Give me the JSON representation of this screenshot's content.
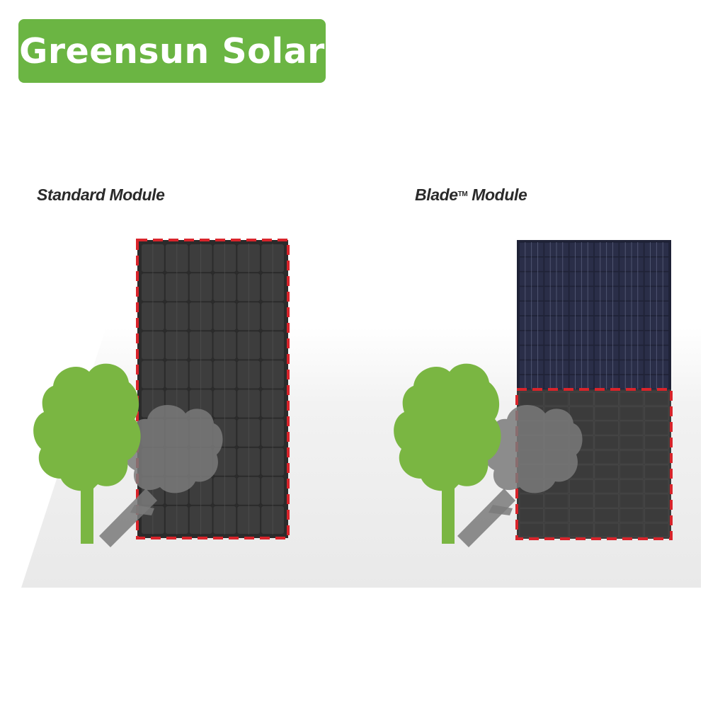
{
  "brand": {
    "name": "Greensun Solar",
    "color": "#6bb543"
  },
  "panels": {
    "standard": {
      "label": "Standard Module",
      "frame_color": "#2b2b2b",
      "cell_color": "#3d3d3d",
      "grid_color": "#5c5c5c",
      "shade_border_color": "#d9242b"
    },
    "blade": {
      "label_main": "Blade",
      "label_mark": "TM",
      "label_suffix": " Module",
      "cell_color": "#2a2e48",
      "grid_color": "#7f86a6",
      "shaded_half_color": "#3b3b3b",
      "shade_border_color": "#d9242b"
    }
  },
  "scene": {
    "ground_color": "#f0f0f0",
    "tree_color": "#7ab642",
    "shadow_color": "#7a7a7a"
  }
}
